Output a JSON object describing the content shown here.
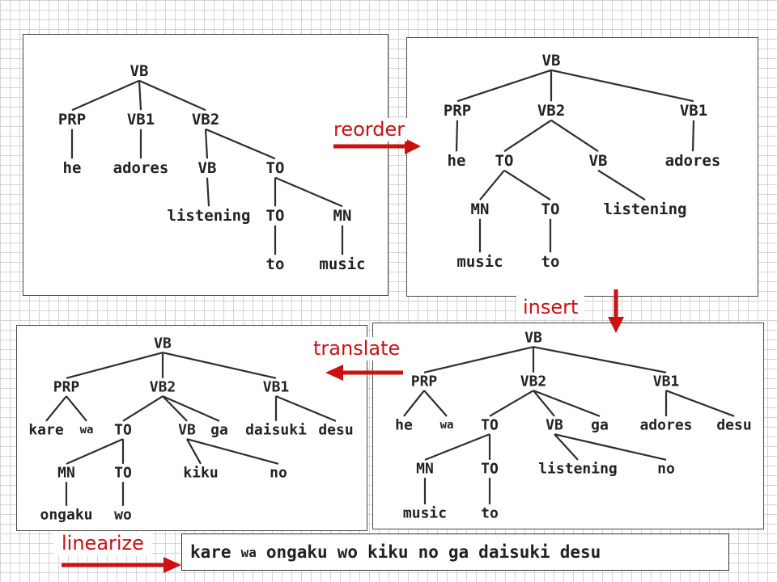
{
  "panels": {
    "english": {
      "nodes": [
        {
          "id": "vb",
          "label": "VB"
        },
        {
          "id": "prp",
          "label": "PRP"
        },
        {
          "id": "vb1",
          "label": "VB1"
        },
        {
          "id": "vb2",
          "label": "VB2"
        },
        {
          "id": "he",
          "label": "he"
        },
        {
          "id": "adores",
          "label": "adores"
        },
        {
          "id": "vb_c",
          "label": "VB"
        },
        {
          "id": "to_c",
          "label": "TO"
        },
        {
          "id": "listening",
          "label": "listening"
        },
        {
          "id": "to_to",
          "label": "TO"
        },
        {
          "id": "mn",
          "label": "MN"
        },
        {
          "id": "to_w",
          "label": "to"
        },
        {
          "id": "music",
          "label": "music"
        }
      ]
    },
    "reordered": {
      "nodes": [
        {
          "id": "vb",
          "label": "VB"
        },
        {
          "id": "prp",
          "label": "PRP"
        },
        {
          "id": "vb2",
          "label": "VB2"
        },
        {
          "id": "vb1",
          "label": "VB1"
        },
        {
          "id": "he",
          "label": "he"
        },
        {
          "id": "to_c",
          "label": "TO"
        },
        {
          "id": "vb_c",
          "label": "VB"
        },
        {
          "id": "adores",
          "label": "adores"
        },
        {
          "id": "mn",
          "label": "MN"
        },
        {
          "id": "to_to",
          "label": "TO"
        },
        {
          "id": "listening",
          "label": "listening"
        },
        {
          "id": "music",
          "label": "music"
        },
        {
          "id": "to_w",
          "label": "to"
        }
      ]
    },
    "inserted": {
      "nodes": [
        {
          "id": "vb",
          "label": "VB"
        },
        {
          "id": "prp",
          "label": "PRP"
        },
        {
          "id": "vb2",
          "label": "VB2"
        },
        {
          "id": "vb1",
          "label": "VB1"
        },
        {
          "id": "he",
          "label": "he"
        },
        {
          "id": "wa",
          "label": "wa"
        },
        {
          "id": "to_c",
          "label": "TO"
        },
        {
          "id": "vb_c",
          "label": "VB"
        },
        {
          "id": "ga",
          "label": "ga"
        },
        {
          "id": "adores",
          "label": "adores"
        },
        {
          "id": "desu",
          "label": "desu"
        },
        {
          "id": "mn",
          "label": "MN"
        },
        {
          "id": "to_to",
          "label": "TO"
        },
        {
          "id": "listening",
          "label": "listening"
        },
        {
          "id": "no",
          "label": "no"
        },
        {
          "id": "music",
          "label": "music"
        },
        {
          "id": "to_w",
          "label": "to"
        }
      ]
    },
    "translated": {
      "nodes": [
        {
          "id": "vb",
          "label": "VB"
        },
        {
          "id": "prp",
          "label": "PRP"
        },
        {
          "id": "vb2",
          "label": "VB2"
        },
        {
          "id": "vb1",
          "label": "VB1"
        },
        {
          "id": "kare",
          "label": "kare"
        },
        {
          "id": "wa",
          "label": "wa"
        },
        {
          "id": "to_c",
          "label": "TO"
        },
        {
          "id": "vb_c",
          "label": "VB"
        },
        {
          "id": "ga",
          "label": "ga"
        },
        {
          "id": "daisuki",
          "label": "daisuki"
        },
        {
          "id": "desu",
          "label": "desu"
        },
        {
          "id": "mn",
          "label": "MN"
        },
        {
          "id": "to_to",
          "label": "TO"
        },
        {
          "id": "kiku",
          "label": "kiku"
        },
        {
          "id": "no",
          "label": "no"
        },
        {
          "id": "ongaku",
          "label": "ongaku"
        },
        {
          "id": "wo",
          "label": "wo"
        }
      ]
    }
  },
  "operations": {
    "reorder": "reorder",
    "insert": "insert",
    "translate": "translate",
    "linearize": "linearize"
  },
  "output": {
    "words": [
      "kare",
      "wa",
      "ongaku",
      "wo",
      "kiku",
      "no",
      "ga",
      "daisuki",
      "desu"
    ]
  },
  "colors": {
    "arrow": "#cc1111",
    "node_text": "#222222",
    "edge": "#2e2e2e"
  }
}
